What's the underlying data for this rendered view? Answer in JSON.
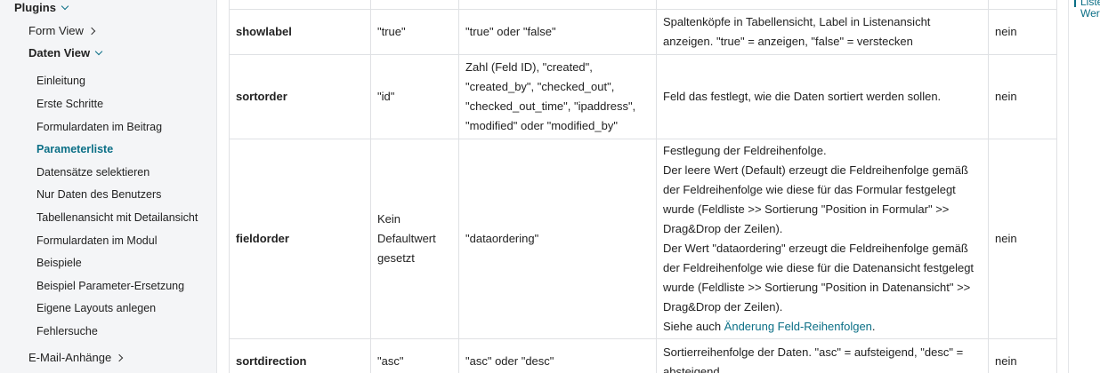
{
  "sidebar": {
    "plugins": "Plugins",
    "form_view": "Form View",
    "daten_view": "Daten View",
    "items": [
      "Einleitung",
      "Erste Schritte",
      "Formulardaten im Beitrag",
      "Parameterliste",
      "Datensätze selektieren",
      "Nur Daten des Benutzers",
      "Tabellenansicht mit Detailansicht",
      "Formulardaten im Modul",
      "Beispiele",
      "Beispiel Parameter-Ersetzung",
      "Eigene Layouts anlegen",
      "Fehlersuche"
    ],
    "email": "E-Mail-Anhänge"
  },
  "table": {
    "rows": [
      {
        "name": "showlabel",
        "default": "\"true\"",
        "values": "\"true\" oder \"false\"",
        "desc": "Spaltenköpfe in Tabellensicht, Label in Listenansicht anzeigen. \"true\" = anzeigen, \"false\" = verstecken",
        "required": "nein"
      },
      {
        "name": "sortorder",
        "default": "\"id\"",
        "values": "Zahl (Feld ID), \"created\", \"created_by\", \"checked_out\", \"checked_out_time\", \"ipaddress\", \"modified\" oder \"modified_by\"",
        "desc": "Feld das festlegt, wie die Daten sortiert werden sollen.",
        "required": "nein"
      },
      {
        "name": "fieldorder",
        "default": "Kein Defaultwert gesetzt",
        "values": "\"dataordering\"",
        "desc_lines": [
          "Festlegung der Feldreihenfolge.",
          "Der leere Wert (Default) erzeugt die Feldreihenfolge gemäß der Feldreihenfolge wie diese für das Formular festgelegt wurde (Feldliste >> Sortierung \"Position in Formular\" >> Drag&Drop der Zeilen).",
          "Der Wert \"dataordering\" erzeugt die Feldreihenfolge gemäß der Feldreihenfolge wie diese für die Datenansicht festgelegt wurde (Feldliste >> Sortierung \"Position in Datenansicht\" >> Drag&Drop der Zeilen)."
        ],
        "desc_see_prefix": "Siehe auch ",
        "desc_link": "Änderung Feld-Reihenfolgen",
        "desc_see_suffix": ".",
        "required": "nein"
      },
      {
        "name": "sortdirection",
        "default": "\"asc\"",
        "values": "\"asc\" oder \"desc\"",
        "desc": "Sortierreihenfolge der Daten. \"asc\" = aufsteigend, \"desc\" = absteigend",
        "required": "nein"
      }
    ]
  },
  "rail": {
    "line1": "Liste",
    "line2": "Wert"
  }
}
